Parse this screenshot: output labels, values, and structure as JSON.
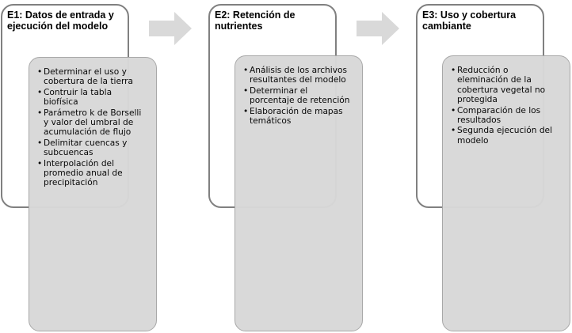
{
  "stages": [
    {
      "title": "E1: Datos de entrada y ejecución del modelo",
      "items": [
        "Determinar el uso y cobertura de la tierra",
        "Contruir la tabla biofísica",
        "Parámetro k de Borselli y valor del umbral de acumulación de flujo",
        "Delimitar cuencas y subcuencas",
        "Interpolación del promedio anual de precipitación"
      ]
    },
    {
      "title": "E2: Retención de nutrientes",
      "items": [
        "Análisis de los archivos resultantes del modelo",
        "Determinar el porcentaje de retención",
        "Elaboración de mapas temáticos"
      ]
    },
    {
      "title": "E3: Uso y cobertura cambiante",
      "items": [
        "Reducción o eleminación de la cobertura vegetal no protegida",
        "Comparación de los resultados",
        "Segunda ejecución del modelo"
      ]
    }
  ],
  "colors": {
    "header_border": "#808080",
    "detail_fill": "#d8d8d8",
    "arrow_fill": "#d9d9d9"
  }
}
